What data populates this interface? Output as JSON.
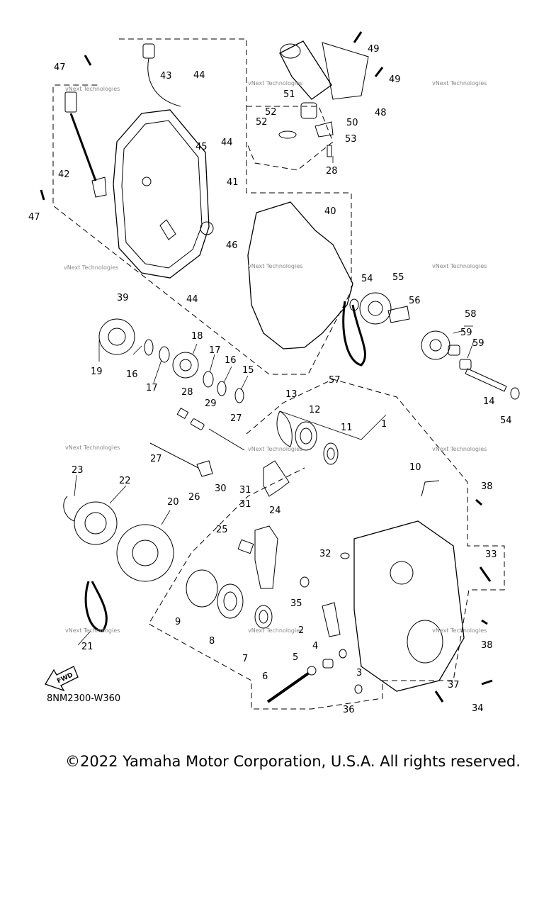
{
  "diagram": {
    "part_numbers": [
      "1",
      "2",
      "3",
      "4",
      "5",
      "6",
      "7",
      "8",
      "9",
      "10",
      "11",
      "12",
      "13",
      "14",
      "15",
      "16",
      "16",
      "17",
      "17",
      "18",
      "19",
      "20",
      "21",
      "22",
      "23",
      "24",
      "25",
      "26",
      "27",
      "27",
      "28",
      "28",
      "29",
      "30",
      "31",
      "31",
      "32",
      "33",
      "34",
      "35",
      "36",
      "37",
      "38",
      "38",
      "39",
      "40",
      "41",
      "42",
      "43",
      "44",
      "44",
      "44",
      "45",
      "46",
      "47",
      "47",
      "48",
      "49",
      "49",
      "50",
      "51",
      "52",
      "52",
      "53",
      "54",
      "54",
      "55",
      "56",
      "57",
      "58",
      "59",
      "59"
    ],
    "watermark": "vNext Technologies",
    "fwd_label": "FWD",
    "diagram_code": "8NM2300-W360",
    "copyright": "©2022 Yamaha Motor Corporation, U.S.A. All rights reserved."
  }
}
